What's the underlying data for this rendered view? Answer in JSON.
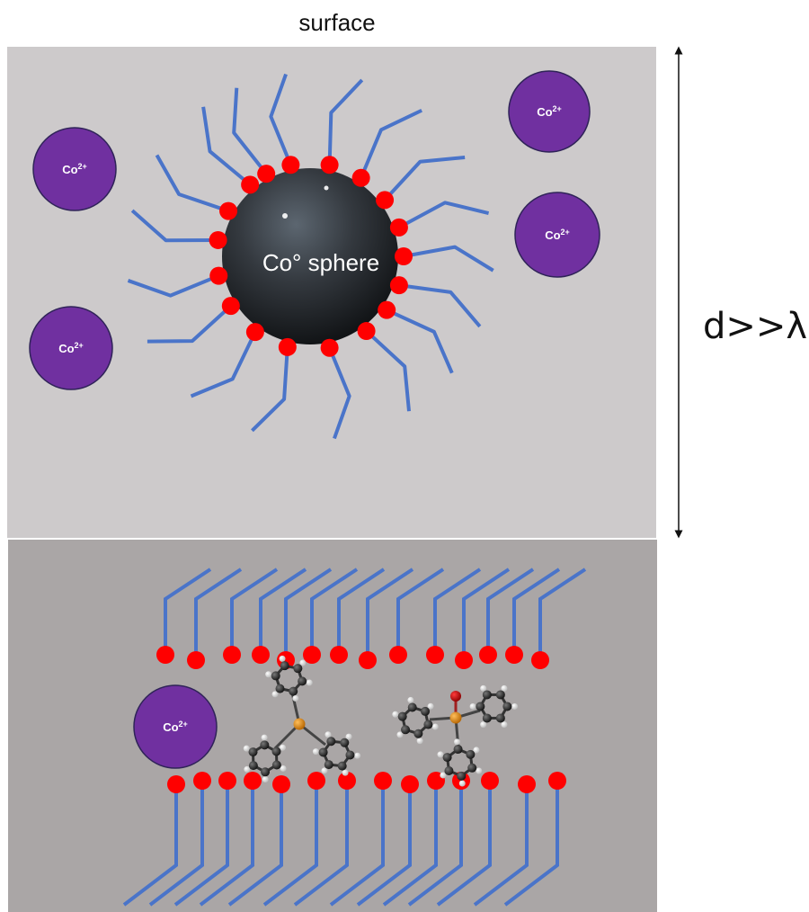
{
  "labels": {
    "surface": "surface",
    "sphere": "Co° sphere",
    "distance": "d>>λ"
  },
  "ions": {
    "base": "Co",
    "charge": "2+",
    "count_top": 4,
    "count_bottom": 1
  },
  "colors": {
    "top_background": "#cdcacb",
    "bottom_background": "#aaa6a6",
    "ligand_chain": "#4a74c9",
    "head_group": "#ff0000",
    "ion_fill": "#7030a0",
    "ion_stroke": "#2f2358",
    "sphere": "#2c2f33",
    "phosphorus": "#e08a1e",
    "oxygen": "#c00000",
    "carbon": "#1a1a1a",
    "hydrogen": "#f0f0f0"
  },
  "molecules": [
    {
      "name": "triphenylphosphine",
      "oxide": false
    },
    {
      "name": "triphenylphosphine-oxide",
      "oxide": true
    }
  ]
}
